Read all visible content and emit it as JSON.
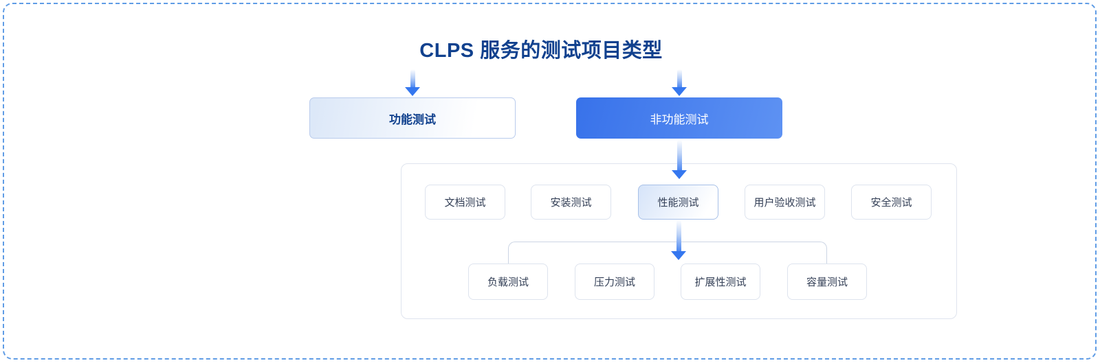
{
  "title": "CLPS 服务的测试项目类型",
  "nodes": {
    "functional": "功能测试",
    "non_functional": "非功能测试",
    "doc": "文档测试",
    "install": "安装测试",
    "performance": "性能测试",
    "uat": "用户验收测试",
    "security": "安全测试",
    "load": "负载测试",
    "stress": "压力测试",
    "scalability": "扩展性测试",
    "capacity": "容量测试"
  },
  "colors": {
    "title_text": "#11418e",
    "accent_blue": "#3577ef",
    "primary_node_gradient_start": "#3872ea",
    "primary_node_gradient_end": "#5e92f3",
    "light_node_gradient_start": "#dbe7f8",
    "highlight_border": "#a7c0e8",
    "node_border": "#dde3ee",
    "group_border": "#dfe4ee",
    "connector_line": "#ccd5e4",
    "dashed_frame": "#5f9ce5"
  }
}
